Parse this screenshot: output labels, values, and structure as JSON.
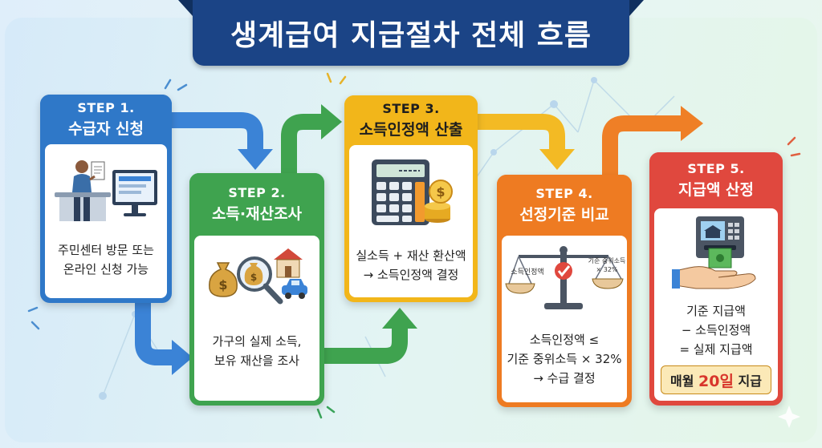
{
  "title": "생계급여 지급절차 전체 흐름",
  "steps": [
    {
      "step": "STEP 1.",
      "name": "수급자 신청",
      "desc": "주민센터 방문 또는\n온라인 신청 가능",
      "color": "#2f78c8",
      "icon": "applicant-at-counter-icon"
    },
    {
      "step": "STEP 2.",
      "name": "소득·재산조사",
      "desc": "가구의 실제 소득,\n보유 재산을 조사",
      "color": "#3fa34f",
      "icon": "money-bags-house-car-magnifier-icon"
    },
    {
      "step": "STEP 3.",
      "name": "소득인정액 산출",
      "desc": "실소득 + 재산 환산액\n→ 소득인정액 결정",
      "color": "#f2b61a",
      "icon": "calculator-coins-icon"
    },
    {
      "step": "STEP 4.",
      "name": "선정기준 비교",
      "desc": "소득인정액 ≤\n기준 중위소득 × 32%\n→ 수급 결정",
      "color": "#ee7b22",
      "icon": "balance-scale-icon",
      "scale_left_label": "소득인정액",
      "scale_right_label": "기준 중위소득\n× 32%"
    },
    {
      "step": "STEP 5.",
      "name": "지급액 산정",
      "desc": "기준 지급액\n− 소득인정액\n= 실제 지급액",
      "color": "#e0483e",
      "icon": "atm-cash-hand-icon",
      "payday_pre": "매월 ",
      "payday_highlight": "20일",
      "payday_post": " 지급"
    }
  ],
  "colors": {
    "title_bg": "#1b4486",
    "highlight": "#d8352c"
  }
}
